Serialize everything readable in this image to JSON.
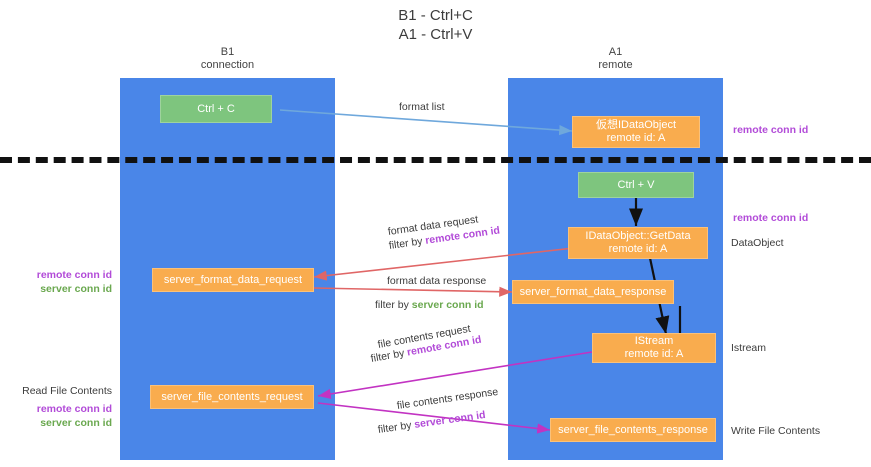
{
  "title": {
    "line1": "B1 - Ctrl+C",
    "line2": "A1 - Ctrl+V"
  },
  "columns": [
    {
      "name": "B1",
      "role": "connection"
    },
    {
      "name": "A1",
      "role": "remote"
    }
  ],
  "colors": {
    "lane": "#4a86e8",
    "green_box": "#7ec57e",
    "orange_box": "#f9ac4e",
    "remote_conn_id": "#b24bd8",
    "server_conn_id": "#6aa84f",
    "arrow_blue": "#6fa8dc",
    "arrow_red": "#e06666",
    "arrow_magenta": "#c233c2",
    "arrow_black": "#111111",
    "divider": "#111111"
  },
  "nodes": [
    {
      "id": "ctrl-c",
      "lane": "B1",
      "line1": "Ctrl + C",
      "line2": "",
      "color": "green"
    },
    {
      "id": "proxy-idataobject",
      "lane": "A1",
      "line1": "仮想IDataObject",
      "line2": "remote id: A",
      "color": "orange"
    },
    {
      "id": "ctrl-v",
      "lane": "A1",
      "line1": "Ctrl + V",
      "line2": "",
      "color": "green"
    },
    {
      "id": "idataobject-getdata",
      "lane": "A1",
      "line1": "IDataObject::GetData",
      "line2": "remote id: A",
      "color": "orange"
    },
    {
      "id": "server-format-data-request",
      "lane": "B1",
      "line1": "server_format_data_request",
      "line2": "",
      "color": "orange"
    },
    {
      "id": "server-format-data-response",
      "lane": "A1",
      "line1": "server_format_data_response",
      "line2": "",
      "color": "orange"
    },
    {
      "id": "istream",
      "lane": "A1",
      "line1": "IStream",
      "line2": "remote id: A",
      "color": "orange"
    },
    {
      "id": "server-file-contents-request",
      "lane": "B1",
      "line1": "server_file_contents_request",
      "line2": "",
      "color": "orange"
    },
    {
      "id": "server-file-contents-response",
      "lane": "A1",
      "line1": "server_file_contents_response",
      "line2": "",
      "color": "orange"
    }
  ],
  "edge_labels": [
    {
      "id": "format-list",
      "text": "format list",
      "filter_prefix": "",
      "filter_key": ""
    },
    {
      "id": "format-data-request",
      "text": "format data request",
      "filter_prefix": "filter by",
      "filter_key": "remote conn id",
      "filter_color": "purple"
    },
    {
      "id": "format-data-response",
      "text": "format data response",
      "filter_prefix": "filter by",
      "filter_key": "server conn id",
      "filter_color": "green"
    },
    {
      "id": "file-contents-request",
      "text": "file contents request",
      "filter_prefix": "filter by",
      "filter_key": "remote conn id",
      "filter_color": "purple"
    },
    {
      "id": "file-contents-response",
      "text": "file contents response",
      "filter_prefix": "filter by",
      "filter_key": "server conn id",
      "filter_color": "purple"
    }
  ],
  "annotations": {
    "right": [
      {
        "id": "remote-conn-id-top",
        "text": "remote conn id",
        "style": "purple"
      },
      {
        "id": "remote-conn-id-mid",
        "text": "remote conn id",
        "style": "purple"
      },
      {
        "id": "dataobject",
        "text": "DataObject",
        "style": "plain"
      },
      {
        "id": "istream-label",
        "text": "Istream",
        "style": "plain"
      },
      {
        "id": "write-file-contents",
        "text": "Write File Contents",
        "style": "plain"
      }
    ],
    "left": [
      {
        "id": "remote-conn-id-left-1",
        "text": "remote conn id",
        "style": "purple"
      },
      {
        "id": "server-conn-id-left-1",
        "text": "server conn id",
        "style": "green"
      },
      {
        "id": "read-file-contents",
        "text": "Read File Contents",
        "style": "plain"
      },
      {
        "id": "remote-conn-id-left-2",
        "text": "remote conn id",
        "style": "purple"
      },
      {
        "id": "server-conn-id-left-2",
        "text": "server conn id",
        "style": "green"
      }
    ]
  }
}
